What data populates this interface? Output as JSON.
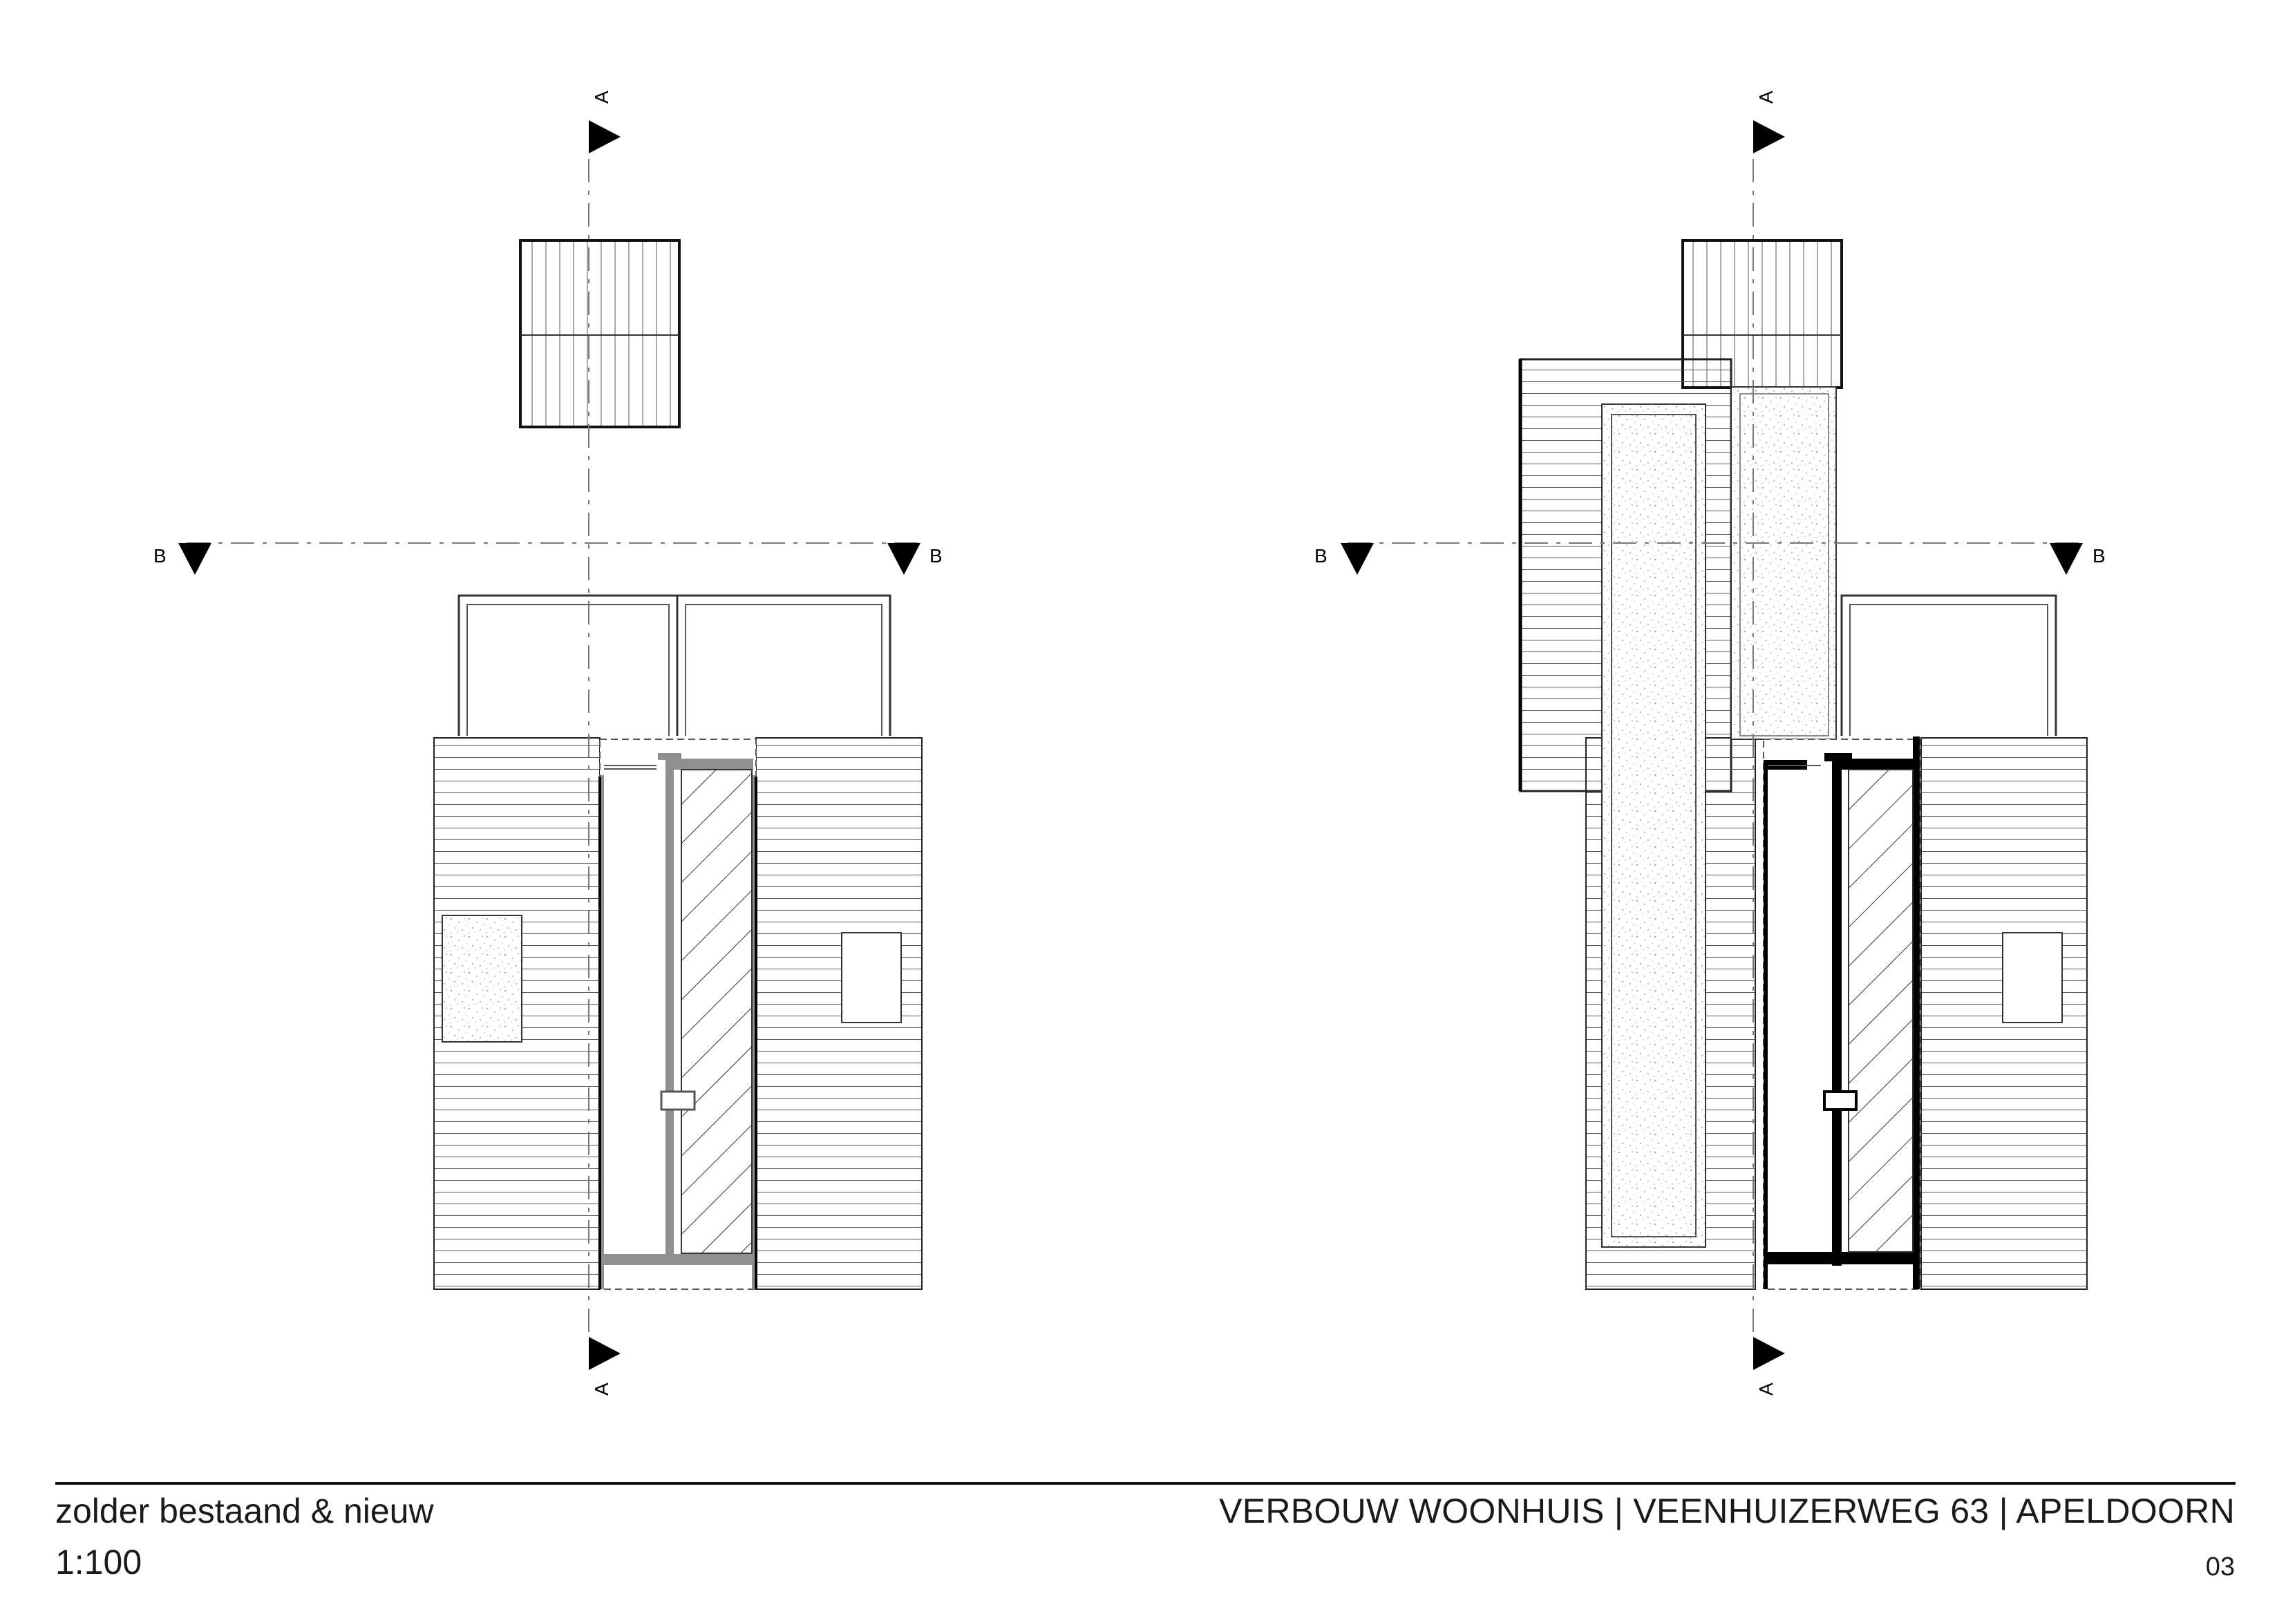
{
  "sheet": {
    "title": "zolder bestaand & nieuw",
    "scale": "1:100",
    "project": "VERBOUW WOONHUIS | VEENHUIZERWEG 63 | APELDOORN",
    "number": "03"
  },
  "section_marks": {
    "a": "A",
    "b": "B"
  },
  "plans": [
    {
      "state": "existing",
      "wall_color": "#8f8f8f"
    },
    {
      "state": "new",
      "wall_color": "#000000"
    }
  ],
  "colors": {
    "line": "#111111",
    "axis": "#777777",
    "existing_wall": "#8f8f8f",
    "new_wall": "#000000"
  }
}
